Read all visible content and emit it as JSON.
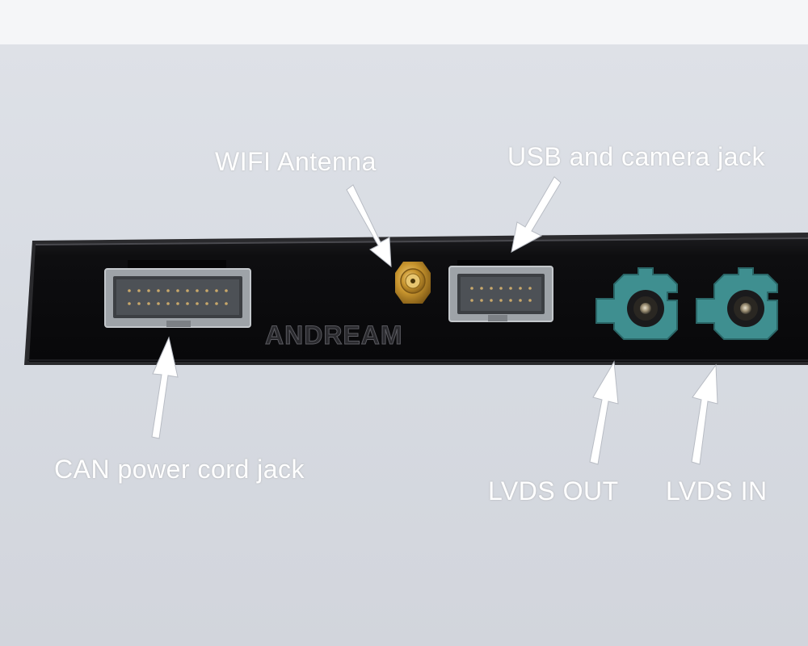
{
  "labels": {
    "wifi_antenna": "WIFI Antenna",
    "usb_camera": "USB and camera jack",
    "can_power": "CAN power cord jack",
    "lvds_out": "LVDS OUT",
    "lvds_in": "LVDS IN"
  },
  "device": {
    "brand_logo": "ANDREAM"
  },
  "colors": {
    "background": "#d8dce3",
    "top_strip": "#f5f6f8",
    "device_body": "#0c0c0e",
    "connector_housing": "#a9adb2",
    "fakra_teal": "#3f8f90",
    "antenna_gold": "#c8952e",
    "arrow": "#ffffff"
  },
  "icons": [
    "arrow-icon",
    "sma-antenna-connector",
    "fakra-connector"
  ]
}
